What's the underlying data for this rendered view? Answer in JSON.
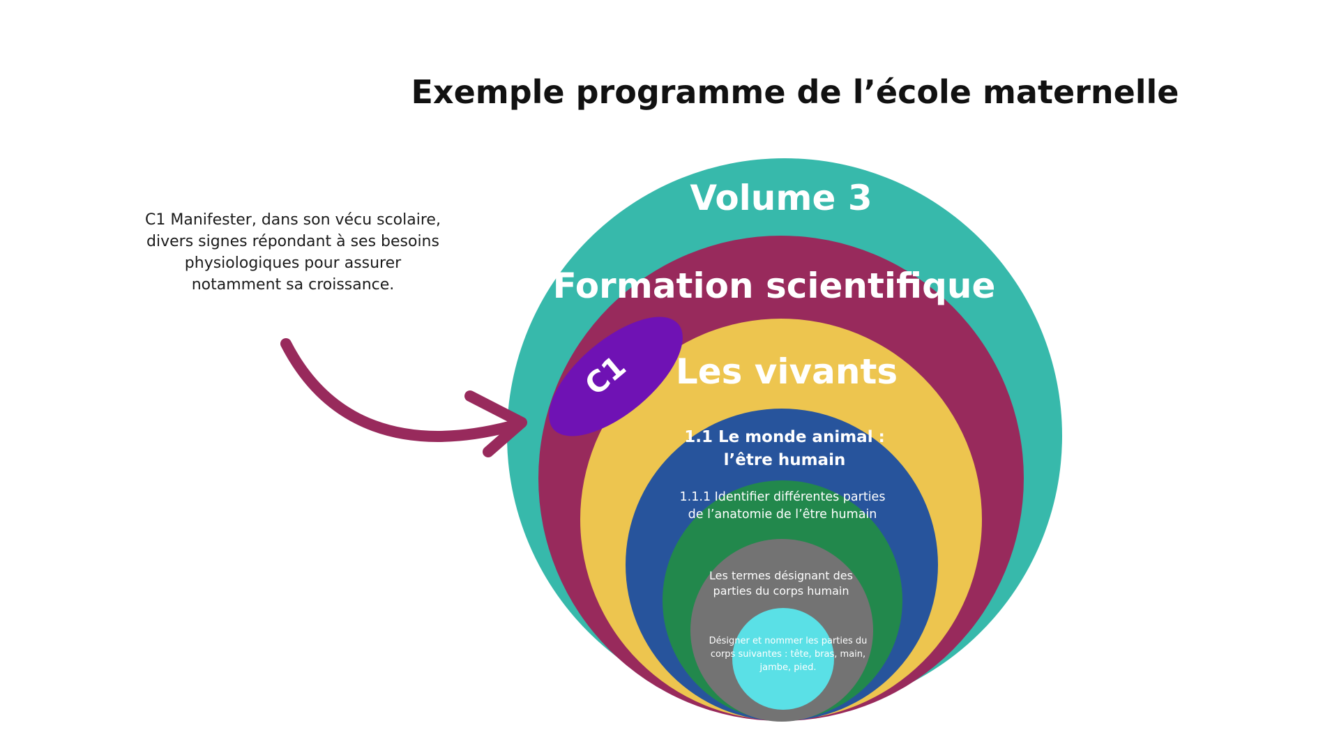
{
  "title": "Exemple programme de l’école maternelle",
  "side_note": "C1 Manifester, dans son vécu scolaire, divers signes répondant à ses besoins physiologiques pour assurer notamment sa croissance.",
  "badge": "C1",
  "levels": [
    {
      "label": "Volume 3",
      "color": "#37b9ab"
    },
    {
      "label": "Formation scientifique",
      "color": "#982a5c"
    },
    {
      "label": "Les vivants",
      "color": "#edc54f"
    },
    {
      "label": "1.1 Le monde animal : l’être humain",
      "color": "#27549c"
    },
    {
      "label": "1.1.1 Identifier différentes parties de l’anatomie de l’être humain",
      "color": "#22884c"
    },
    {
      "label": "Les termes désignant des parties du corps humain",
      "color": "#737373"
    },
    {
      "label": "Désigner et nommer les parties du corps suivantes : tête, bras, main, jambe, pied.",
      "color": "#5ae0e6"
    }
  ],
  "colors": {
    "badge": "#6f12b4",
    "arrow": "#982a5c"
  }
}
